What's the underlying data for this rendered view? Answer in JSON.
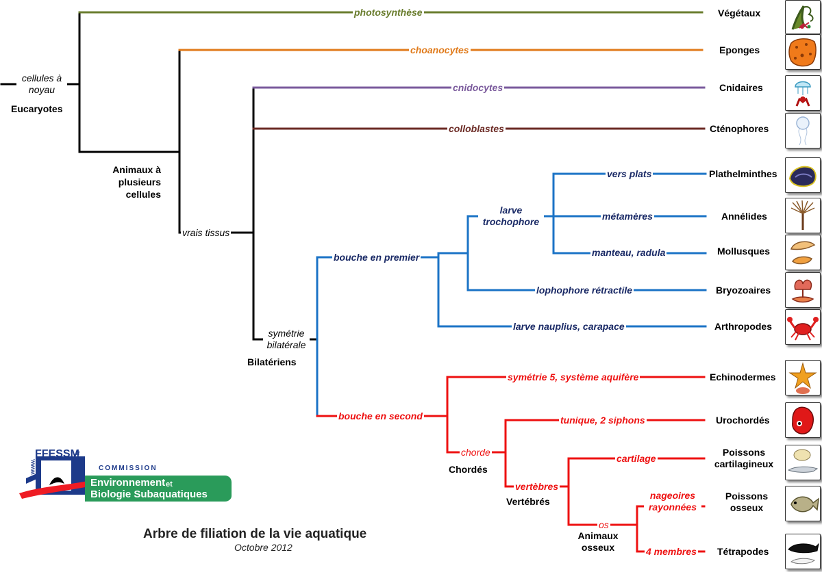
{
  "colors": {
    "plants": "#6a7d2e",
    "sponges": "#e07a1a",
    "cnidaria": "#7a5a9c",
    "ctenophores": "#6b2a24",
    "protostomes": "#1b73c6",
    "protostome_text": "#1a2a66",
    "deuterostomes": "#ee1111",
    "black": "#000000"
  },
  "root": {
    "trait": "cellules à noyau",
    "group": "Eucaryotes"
  },
  "groups": {
    "animals": "Animaux à plusieurs cellules",
    "true_tissues": "vrais tissus",
    "bilateral_trait": "symétrie bilatérale",
    "bilaterians": "Bilatériens",
    "chordates": "Chordés",
    "vertebrates": "Vertébrés",
    "bony_animals": "Animaux osseux"
  },
  "traits": {
    "photosynthese": "photosynthèse",
    "choanocytes": "choanocytes",
    "cnidocytes": "cnidocytes",
    "colloblastes": "colloblastes",
    "vers_plats": "vers plats",
    "metameres": "métamères",
    "manteau": "manteau, radula",
    "larve_trochophore": "larve trochophore",
    "lophophore": "lophophore rétractile",
    "nauplius": "larve nauplius, carapace",
    "bouche_premier": "bouche en premier",
    "bouche_second": "bouche en second",
    "symetrie5": "symétrie 5, système aquifère",
    "tunique": "tunique, 2 siphons",
    "chorde": "chorde",
    "cartilage": "cartilage",
    "vertebres": "vertèbres",
    "os": "os",
    "nageoires": "nageoires rayonnées",
    "membres": "4 membres"
  },
  "taxa": {
    "vegetaux": "Végétaux",
    "eponges": "Eponges",
    "cnidaires": "Cnidaires",
    "ctenophores": "Cténophores",
    "plathelminthes": "Plathelminthes",
    "annelides": "Annélides",
    "mollusques": "Mollusques",
    "bryozoaires": "Bryozoaires",
    "arthropodes": "Arthropodes",
    "echinodermes": "Echinodermes",
    "urochordes": "Urochordés",
    "poissons_cartilagineux": "Poissons cartilagineux",
    "poissons_osseux": "Poissons osseux",
    "tetrapodes": "Tétrapodes"
  },
  "logo": {
    "ffessm": "FFESSM",
    "domain": ".fr",
    "www": "www.",
    "commission": "COMMISSION",
    "line1": "Environnement",
    "line1b": "et",
    "line2": "Biologie Subaquatiques"
  },
  "footer": {
    "title": "Arbre de filiation de la vie aquatique",
    "date": "Octobre 2012"
  }
}
